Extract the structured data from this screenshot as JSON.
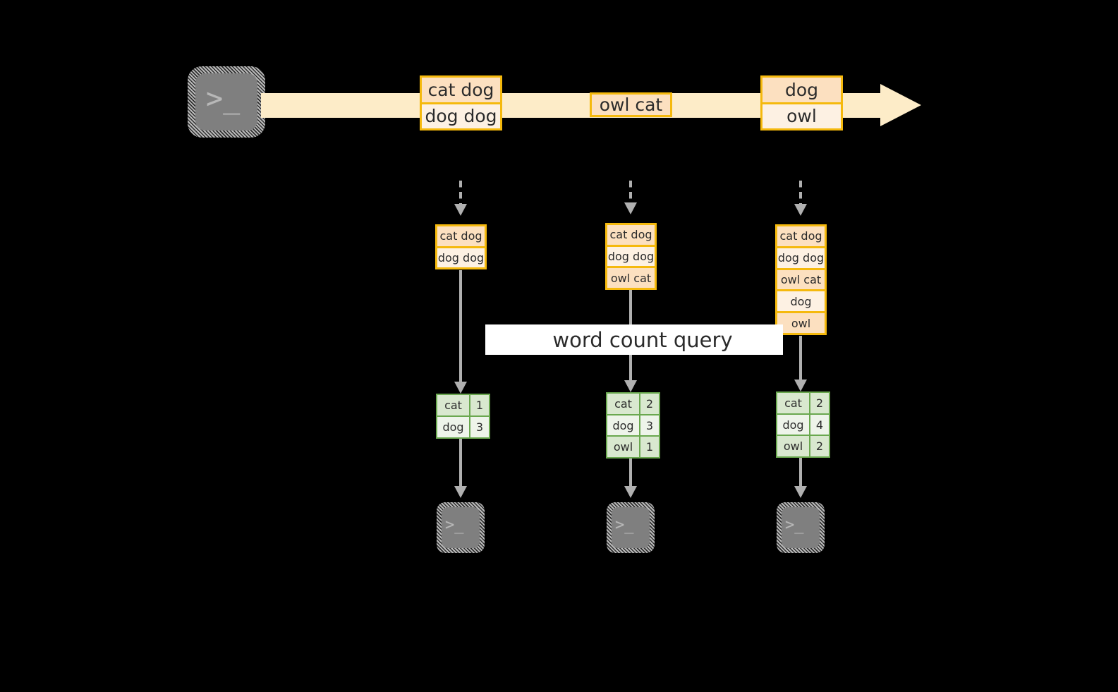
{
  "diagram": {
    "title_label": "word count query",
    "colors": {
      "background": "#000000",
      "stream_fill": "#fdecc8",
      "record_border": "#f5b90d",
      "record_dark": "#fce0c0",
      "record_light": "#fdf1e3",
      "result_border": "#6aa84f",
      "result_dark": "#d9e8cf",
      "result_light": "#eef4ea",
      "connector": "#b0b0b0",
      "terminal_fill": "#7f7f7f",
      "label_background": "#ffffff"
    }
  },
  "source": {
    "icon": "terminal-icon",
    "glyph": ">_"
  },
  "stream": {
    "icon": "right-arrow-icon",
    "records": [
      {
        "lines": [
          "cat dog",
          "dog dog"
        ]
      },
      {
        "lines": [
          "owl cat"
        ]
      },
      {
        "lines": [
          "dog",
          "owl"
        ]
      }
    ]
  },
  "snapshots": [
    {
      "name": "snapshot-1",
      "lines": [
        "cat dog",
        "dog dog"
      ],
      "results": {
        "rows": [
          {
            "word": "cat",
            "count": "1"
          },
          {
            "word": "dog",
            "count": "3"
          }
        ]
      },
      "sink": {
        "icon": "terminal-icon",
        "glyph": ">_"
      }
    },
    {
      "name": "snapshot-2",
      "lines": [
        "cat dog",
        "dog dog",
        "owl cat"
      ],
      "results": {
        "rows": [
          {
            "word": "cat",
            "count": "2"
          },
          {
            "word": "dog",
            "count": "3"
          },
          {
            "word": "owl",
            "count": "1"
          }
        ]
      },
      "sink": {
        "icon": "terminal-icon",
        "glyph": ">_"
      }
    },
    {
      "name": "snapshot-3",
      "lines": [
        "cat dog",
        "dog dog",
        "owl cat",
        "dog",
        "owl"
      ],
      "results": {
        "rows": [
          {
            "word": "cat",
            "count": "2"
          },
          {
            "word": "dog",
            "count": "4"
          },
          {
            "word": "owl",
            "count": "2"
          }
        ]
      },
      "sink": {
        "icon": "terminal-icon",
        "glyph": ">_"
      }
    }
  ]
}
